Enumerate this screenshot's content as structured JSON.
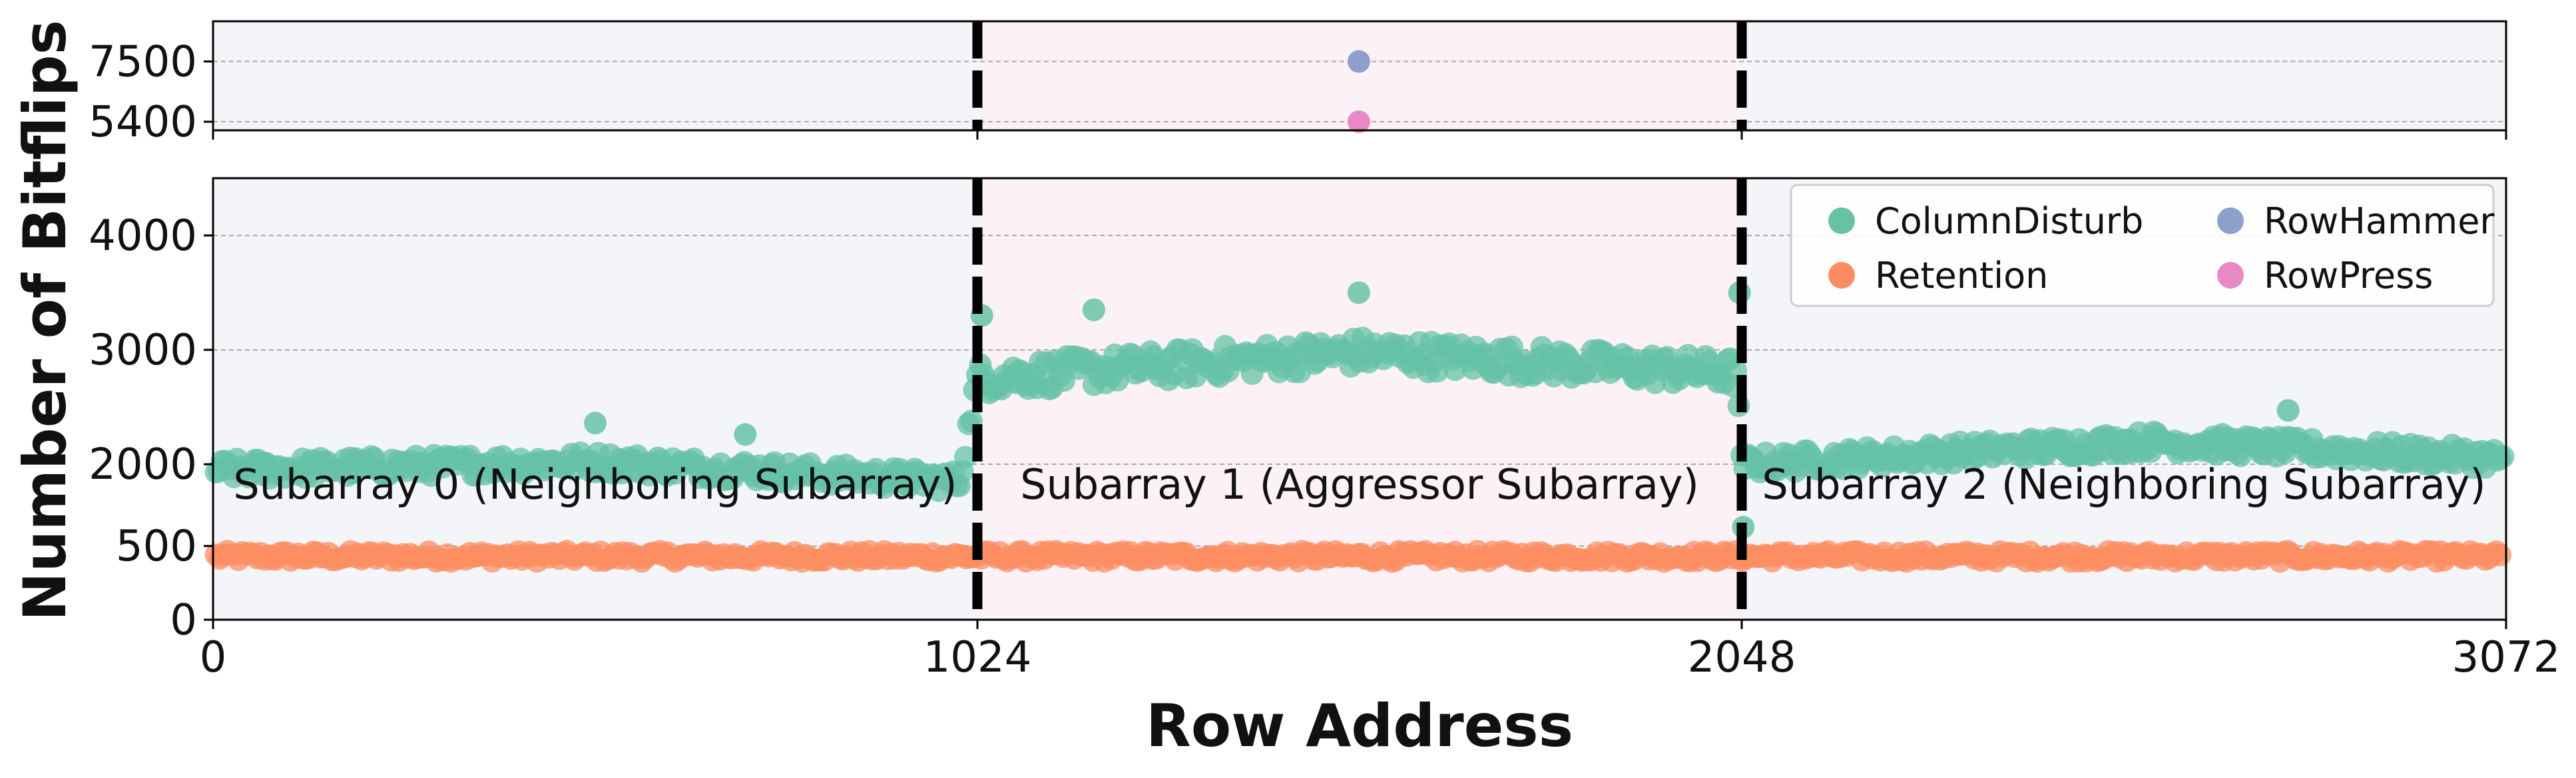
{
  "chart_data": {
    "type": "scatter",
    "xlabel": "Row Address",
    "ylabel": "Number of Bitflips",
    "xlim": [
      0,
      3072
    ],
    "x_ticks": [
      "0",
      "1024",
      "2048",
      "3072"
    ],
    "grid": true,
    "legend_placement": "top-right",
    "panels": [
      {
        "name": "top",
        "ylim": [
          5100,
          8900
        ],
        "y_ticks": [
          "5400",
          "7500"
        ]
      },
      {
        "name": "bottom",
        "y_ticks": [
          "0",
          "500",
          "2000",
          "3000",
          "4000"
        ],
        "broken_axis": true,
        "ylim_segments": [
          [
            0,
            550
          ],
          [
            1350,
            4500
          ]
        ]
      }
    ],
    "subarray_boundaries": [
      1024,
      2048
    ],
    "regions": [
      {
        "label": "Subarray 0 (Neighboring Subarray)",
        "x": [
          0,
          1024
        ],
        "color": "#f3f5f9"
      },
      {
        "label": "Subarray 1 (Aggressor Subarray)",
        "x": [
          1024,
          2048
        ],
        "color": "#fbf1f6"
      },
      {
        "label": "Subarray 2 (Neighboring Subarray)",
        "x": [
          2048,
          3072
        ],
        "color": "#f3f5f9"
      }
    ],
    "series": [
      {
        "name": "ColumnDisturb",
        "color": "#66c2a5",
        "trend_points": [
          {
            "x": 0,
            "y": 1950
          },
          {
            "x": 512,
            "y": 2020
          },
          {
            "x": 1000,
            "y": 1850
          },
          {
            "x": 1024,
            "y": 2750
          },
          {
            "x": 1536,
            "y": 2980
          },
          {
            "x": 2040,
            "y": 2800
          },
          {
            "x": 2048,
            "y": 2000
          },
          {
            "x": 2600,
            "y": 2200
          },
          {
            "x": 3072,
            "y": 2050
          }
        ],
        "outliers": [
          {
            "x": 512,
            "y": 2360
          },
          {
            "x": 713,
            "y": 2260
          },
          {
            "x": 1030,
            "y": 3300
          },
          {
            "x": 1180,
            "y": 3350
          },
          {
            "x": 1535,
            "y": 3500
          },
          {
            "x": 2045,
            "y": 3500
          },
          {
            "x": 2050,
            "y": 1450
          },
          {
            "x": 2780,
            "y": 2470
          }
        ]
      },
      {
        "name": "Retention",
        "color": "#fc8d62",
        "trend_points": [
          {
            "x": 0,
            "y": 430
          },
          {
            "x": 3072,
            "y": 430
          }
        ]
      },
      {
        "name": "RowHammer",
        "color": "#8da0cb",
        "points": [
          {
            "x": 1535,
            "y": 7500
          }
        ]
      },
      {
        "name": "RowPress",
        "color": "#e78ac3",
        "points": [
          {
            "x": 1535,
            "y": 5400
          }
        ]
      }
    ]
  }
}
